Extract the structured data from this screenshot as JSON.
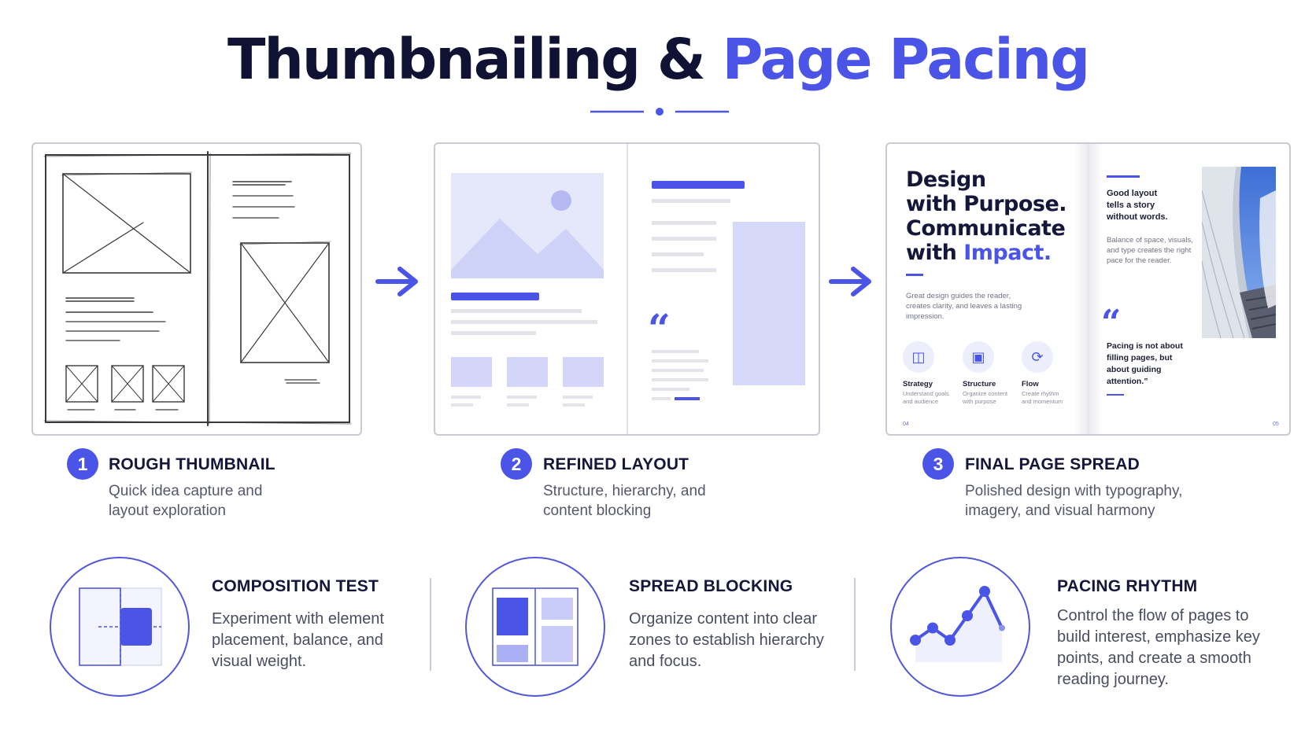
{
  "title": {
    "part1": "Thumbnailing & ",
    "part2": "Page Pacing"
  },
  "colors": {
    "accent": "#4a55e8",
    "accent_light": "#d5d8f8",
    "dark": "#14163a",
    "muted": "#55586a",
    "border": "#c9cad3"
  },
  "steps": [
    {
      "number": "1",
      "title": "ROUGH THUMBNAIL",
      "desc": "Quick idea capture and layout exploration"
    },
    {
      "number": "2",
      "title": "REFINED LAYOUT",
      "desc": "Structure, hierarchy, and content blocking"
    },
    {
      "number": "3",
      "title": "FINAL PAGE SPREAD",
      "desc": "Polished design with typography, imagery, and visual harmony"
    }
  ],
  "spread": {
    "headline": [
      {
        "text": "Design"
      },
      {
        "text": "with Purpose."
      },
      {
        "text": "Communicate"
      },
      {
        "prefix": "with ",
        "accent": "Impact."
      }
    ],
    "intro": "Great design guides the reader, creates clarity, and leaves a lasting impression.",
    "icons": [
      {
        "icon": "strategy-icon",
        "glyph": "◫",
        "label": "Strategy",
        "sub": "Understand goals and audience"
      },
      {
        "icon": "structure-icon",
        "glyph": "▣",
        "label": "Structure",
        "sub": "Organize content with purpose"
      },
      {
        "icon": "flow-icon",
        "glyph": "⟳",
        "label": "Flow",
        "sub": "Create rhythm and momentum"
      }
    ],
    "page_left": "04",
    "page_right": "05",
    "quote_top": "Good layout tells a story without words.",
    "body_right": "Balance of space, visuals, and type creates the right pace for the reader.",
    "quote_mark": "“",
    "quote": "Pacing is not about filling pages, but about guiding attention.”"
  },
  "features": [
    {
      "icon": "composition-icon",
      "title": "COMPOSITION TEST",
      "desc": "Experiment with element placement, balance, and visual weight."
    },
    {
      "icon": "spread-blocking-icon",
      "title": "SPREAD BLOCKING",
      "desc": "Organize content into clear zones to establish hierarchy and focus."
    },
    {
      "icon": "pacing-rhythm-icon",
      "title": "PACING RHYTHM",
      "desc": "Control the flow of pages to build interest, emphasize key points, and create a smooth reading journey."
    }
  ],
  "refined_quote_mark": "“",
  "pacing_chart": {
    "type": "line",
    "values": [
      1,
      2,
      1,
      3,
      5,
      2
    ]
  }
}
